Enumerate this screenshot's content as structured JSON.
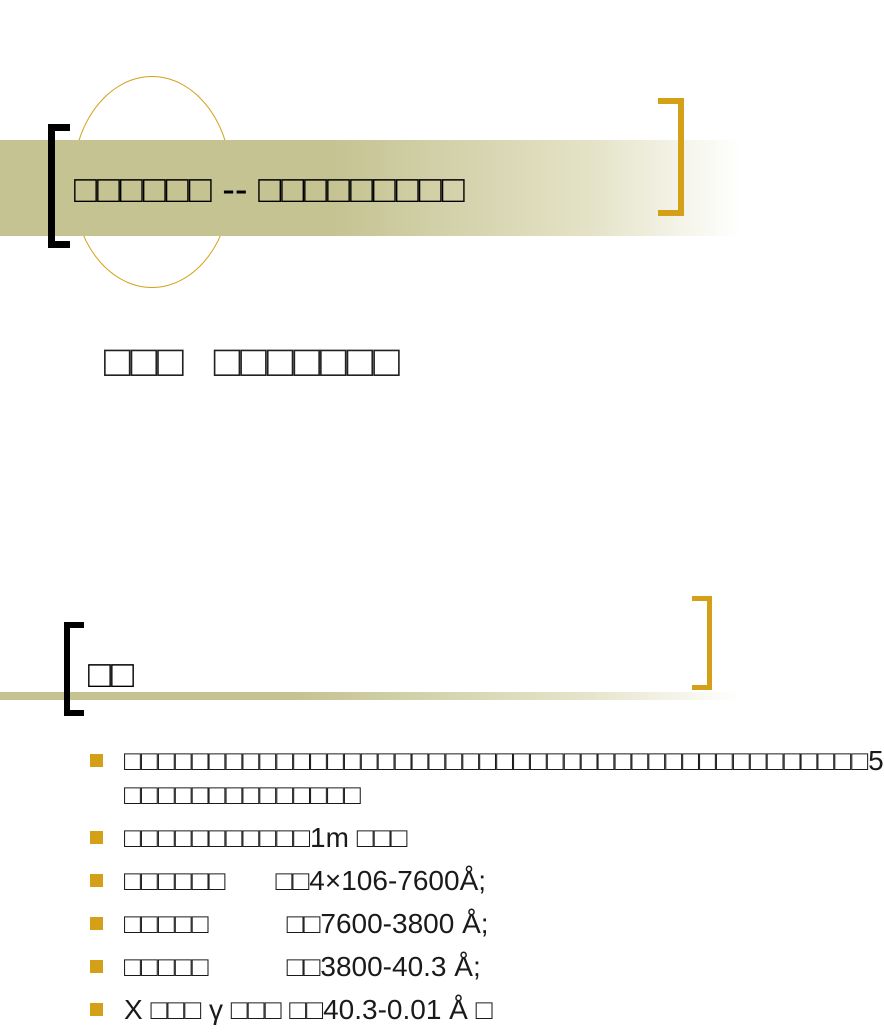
{
  "slide1": {
    "title": "□□□□□□ -- □□□□□□□□□",
    "subtitle_left": "□□□",
    "subtitle_right": "□□□□□□□"
  },
  "slide2": {
    "title": "□□",
    "bullets": [
      {
        "text": "□□□□□□□□□□□□□□□□□□□□□□□□□□□□□□□□□□□□□□□□□□□□5 □□□□□□□□□□□□□□"
      },
      {
        "text": "□□□□□□□□□□□1m □□□"
      },
      {
        "label": "□□□□□□",
        "value": "□□4×106-7600Å;"
      },
      {
        "label": "□□□□□",
        "value": "□□7600-3800 Å;"
      },
      {
        "label": "□□□□□",
        "value": "□□3800-40.3 Å;"
      },
      {
        "text": "X □□□ γ □□□ □□40.3-0.01 Å □"
      }
    ]
  },
  "colors": {
    "accent_gold": "#d4a017",
    "band_olive": "#c5c392"
  }
}
